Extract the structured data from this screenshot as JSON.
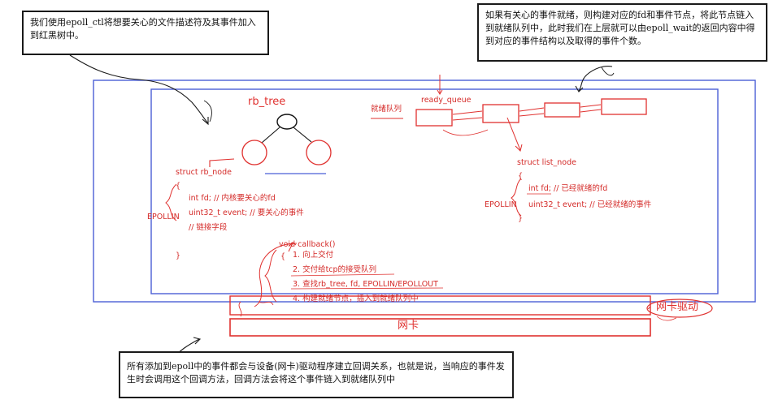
{
  "notes": {
    "top_left": "我们使用epoll_ctl将想要关心的文件描述符及其事件加入到红黑树中。",
    "top_right": "如果有关心的事件就绪，则构建对应的fd和事件节点，将此节点链入到就绪队列中，此时我们在上层就可以由epoll_wait的返回内容中得到对应的事件结构以及取得的事件个数。",
    "bottom": "所有添加到epoll中的事件都会与设备(网卡)驱动程序建立回调关系，也就是说，当响应的事件发生时会调用这个回调方法，回调方法会将这个事件链入到就绪队列中"
  },
  "rb_tree": {
    "title": "rb_tree",
    "struct_name": "struct rb_node",
    "open_brace": "{",
    "field1": "int fd;  // 内核要关心的fd",
    "field2": "uint32_t event; // 要关心的事件",
    "field3": "// 链接字段",
    "close_brace": "}",
    "epollin": "EPOLLIN"
  },
  "ready_queue": {
    "cn_label": "就绪队列",
    "title": "ready_queue",
    "struct_name": "struct list_node",
    "open_brace": "{",
    "field1": "int fd;    // 已经就绪的fd",
    "field2": "uint32_t event; // 已经就绪的事件",
    "close_brace": "}",
    "epollin": "EPOLLIN"
  },
  "callback": {
    "signature": "void callback()",
    "open_brace": "{",
    "step1": "1. 向上交付",
    "step2": "2. 交付给tcp的接受队列",
    "step3": "3. 查找rb_tree, fd, EPOLLIN/EPOLLOUT",
    "step4": "4. 构建就绪节点，插入到就绪队列中"
  },
  "hardware": {
    "driver_label": "网卡驱动",
    "nic_label": "网卡"
  },
  "colors": {
    "red": "#e0312f",
    "blue": "#4b5fd6",
    "black": "#1a1a1a"
  }
}
